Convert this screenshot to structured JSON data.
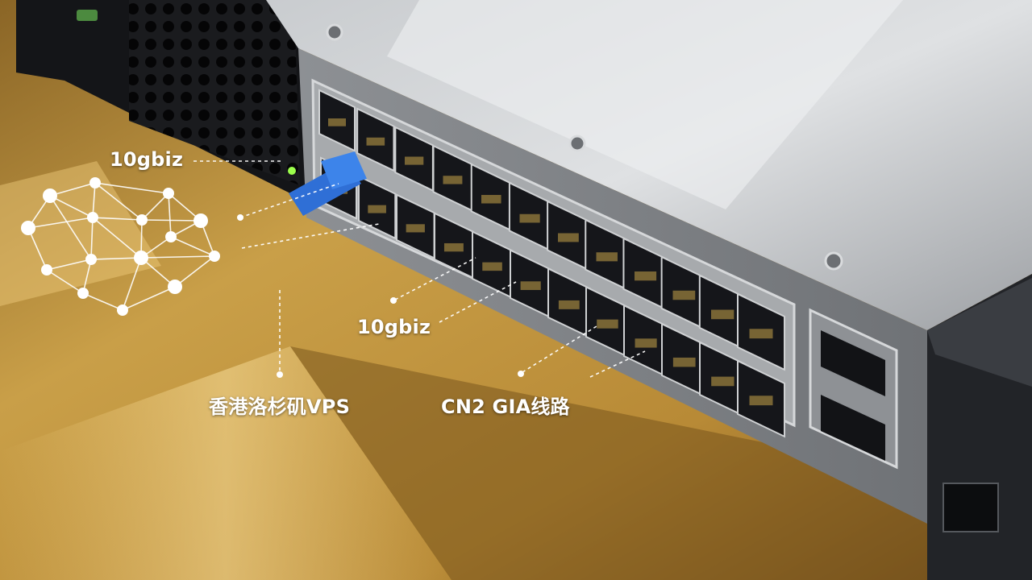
{
  "scene": {
    "subject": "rack-network-switch",
    "colors": {
      "table": "#c9a24a",
      "table_shadow": "#6b4a16",
      "chassis": "#b9bcc0",
      "chassis_dark": "#1c1d20",
      "port": "#15161a",
      "cable": "#2f6fd6",
      "overlay": "#ffffff"
    },
    "network_icon": "network-mesh-icon"
  },
  "labels": {
    "brand_top": "10gbiz",
    "brand_middle": "10gbiz",
    "vps_caption": "香港洛杉矶VPS",
    "route_caption": "CN2 GIA线路"
  }
}
